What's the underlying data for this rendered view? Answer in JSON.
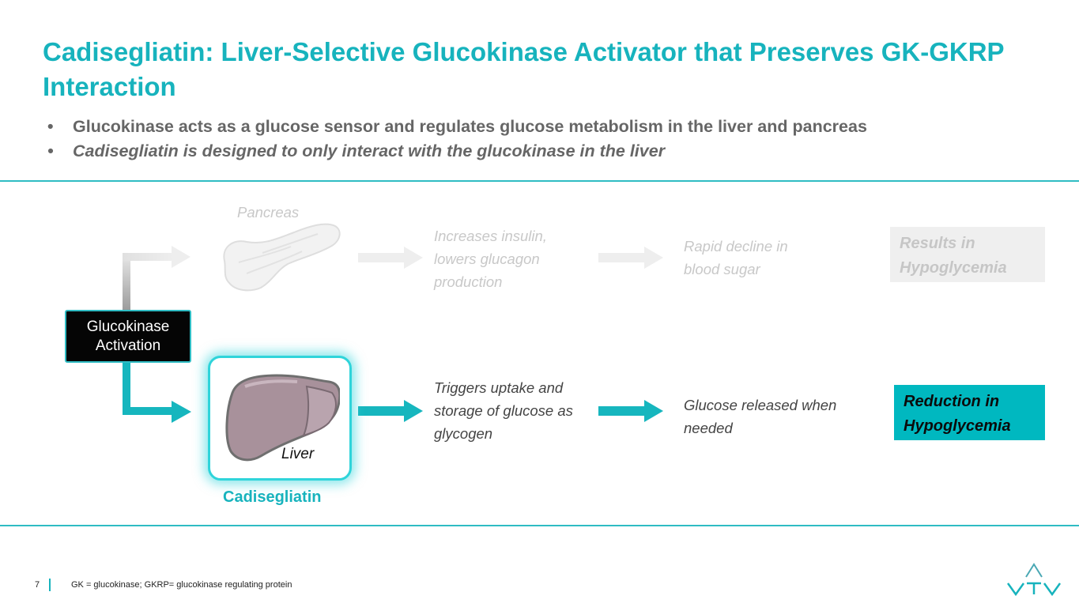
{
  "slide": {
    "title": "Cadisegliatin: Liver-Selective Glucokinase Activator that Preserves GK-GKRP Interaction",
    "bullets": [
      "Glucokinase acts as a glucose sensor and regulates glucose metabolism in the liver and pancreas",
      "Cadisegliatin is designed to only interact with the glucokinase in the liver"
    ],
    "bullet_glyph": "•"
  },
  "diagram": {
    "activation_box": "Glucokinase Activation",
    "pancreas_path": {
      "organ_label": "Pancreas",
      "step1": "Increases insulin, lowers glucagon production",
      "step2": "Rapid decline in blood sugar",
      "result": "Results in Hypoglycemia"
    },
    "liver_path": {
      "organ_label": "Liver",
      "caption": "Cadisegliatin",
      "step1": "Triggers uptake and storage of glucose as glycogen",
      "step2": "Glucose released when needed",
      "result": "Reduction in Hypoglycemia"
    },
    "icons": [
      "pancreas-icon",
      "liver-icon",
      "arrow-right-icon"
    ]
  },
  "footer": {
    "page_number": "7",
    "footnote": "GK = glucokinase; GKRP= glucokinase regulating protein",
    "logo_text": "VTV"
  },
  "colors": {
    "accent": "#17b3bd",
    "teal_arrow": "#16b6be",
    "faded": "#c8c8c8",
    "bullet_text": "#666666",
    "result_teal": "#00b8c0"
  }
}
